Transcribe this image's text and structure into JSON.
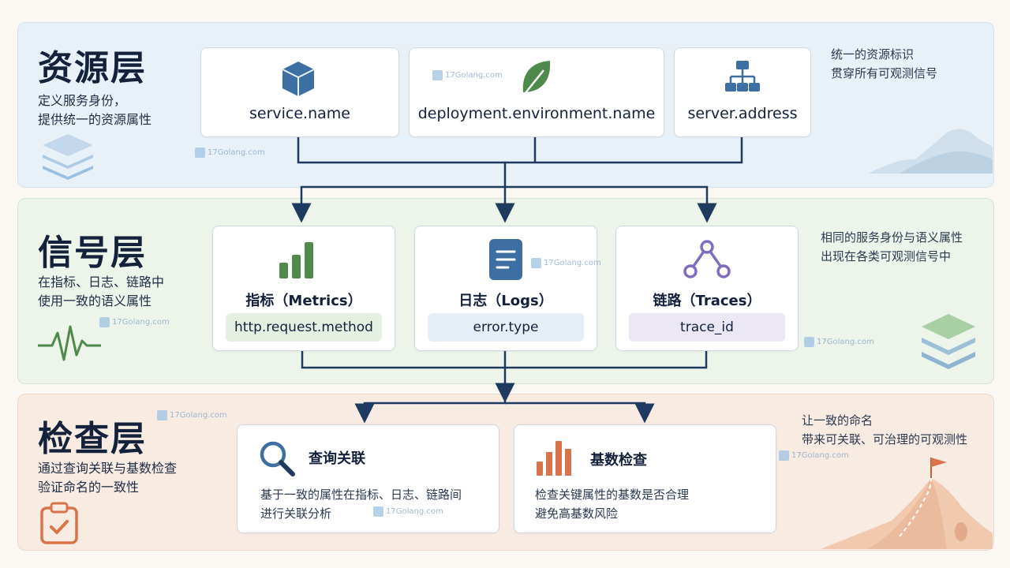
{
  "resource_layer": {
    "title": "资源层",
    "desc_line1": "定义服务身份，",
    "desc_line2": "提供统一的资源属性",
    "note_line1": "统一的资源标识",
    "note_line2": "贯穿所有可观测信号",
    "cards": [
      {
        "label": "service.name",
        "icon": "cube-icon"
      },
      {
        "label": "deployment.environment.name",
        "icon": "leaf-icon"
      },
      {
        "label": "server.address",
        "icon": "network-icon"
      }
    ]
  },
  "signal_layer": {
    "title": "信号层",
    "desc_line1": "在指标、日志、链路中",
    "desc_line2": "使用一致的语义属性",
    "note_line1": "相同的服务身份与语义属性",
    "note_line2": "出现在各类可观测信号中",
    "cards": [
      {
        "title": "指标（Metrics）",
        "attr": "http.request.method",
        "icon": "bar-chart-icon",
        "pill_color": "#e5f0e3"
      },
      {
        "title": "日志（Logs）",
        "attr": "error.type",
        "icon": "document-icon",
        "pill_color": "#e5eef6"
      },
      {
        "title": "链路（Traces）",
        "attr": "trace_id",
        "icon": "trace-graph-icon",
        "pill_color": "#ebe7f5"
      }
    ]
  },
  "check_layer": {
    "title": "检查层",
    "desc_line1": "通过查询关联与基数检查",
    "desc_line2": "验证命名的一致性",
    "note_line1": "让一致的命名",
    "note_line2": "带来可关联、可治理的可观测性",
    "cards": [
      {
        "title": "查询关联",
        "body_line1": "基于一致的属性在指标、日志、链路间",
        "body_line2": "进行关联分析",
        "icon": "magnifier-icon"
      },
      {
        "title": "基数检查",
        "body_line1": "检查关键属性的基数是否合理",
        "body_line2": "避免高基数风险",
        "icon": "cardinality-bars-icon"
      }
    ]
  },
  "watermark": "17Golang.com",
  "colors": {
    "navy": "#1f3a5f",
    "blue_icon": "#3d6fa3",
    "green_icon": "#4f8a4c",
    "purple_icon": "#7f6bc0",
    "orange_icon": "#d9734a"
  }
}
